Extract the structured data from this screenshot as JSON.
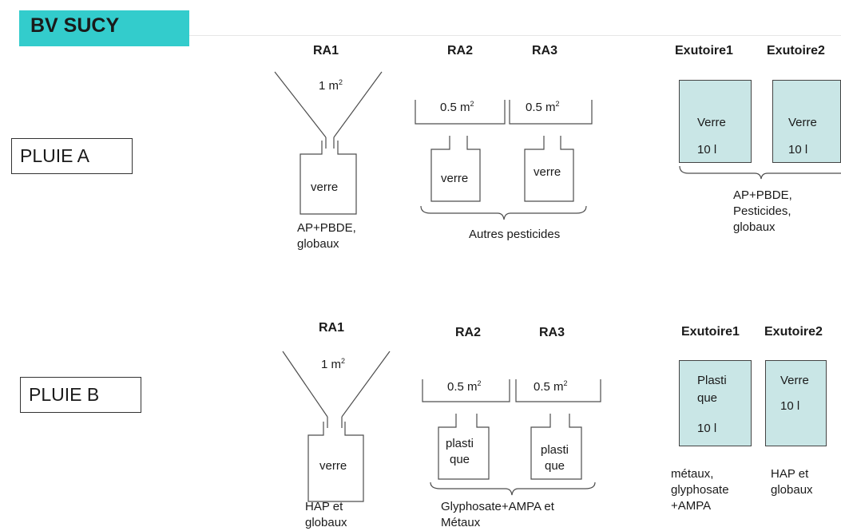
{
  "title": "BV SUCY",
  "rain_a": {
    "label": "PLUIE A",
    "ra1": {
      "header": "RA1",
      "area": "1 m",
      "container": "verre",
      "note_1": "AP+PBDE,",
      "note_2": "globaux"
    },
    "ra2": {
      "header": "RA2",
      "area": "0.5 m",
      "container": "verre"
    },
    "ra3": {
      "header": "RA3",
      "area": "0.5 m",
      "container": "verre"
    },
    "ra23_note": "Autres pesticides",
    "exutoire1": {
      "header": "Exutoire1",
      "material": "Verre",
      "volume": "10 l"
    },
    "exutoire2": {
      "header": "Exutoire2",
      "material": "Verre",
      "volume": "10 l"
    },
    "exutoire_note_1": "AP+PBDE,",
    "exutoire_note_2": "Pesticides,",
    "exutoire_note_3": "globaux"
  },
  "rain_b": {
    "label": "PLUIE B",
    "ra1": {
      "header": "RA1",
      "area": "1 m",
      "container": "verre",
      "note_1": "HAP et",
      "note_2": "globaux"
    },
    "ra2": {
      "header": "RA2",
      "area": "0.5 m",
      "container_1": "plasti",
      "container_2": "que"
    },
    "ra3": {
      "header": "RA3",
      "area": "0.5 m",
      "container_1": "plasti",
      "container_2": "que"
    },
    "ra23_note_1": "Glyphosate+AMPA et",
    "ra23_note_2": "Métaux",
    "exutoire1": {
      "header": "Exutoire1",
      "material_1": "Plasti",
      "material_2": "que",
      "volume": "10 l",
      "note_1": "métaux,",
      "note_2": "glyphosate",
      "note_3": "+AMPA"
    },
    "exutoire2": {
      "header": "Exutoire2",
      "material": "Verre",
      "volume": "10 l",
      "note_1": "HAP et",
      "note_2": "globaux"
    }
  },
  "superscript": "2",
  "colors": {
    "title_bar": "#33cccc",
    "tank_fill": "#c9e6e6"
  }
}
